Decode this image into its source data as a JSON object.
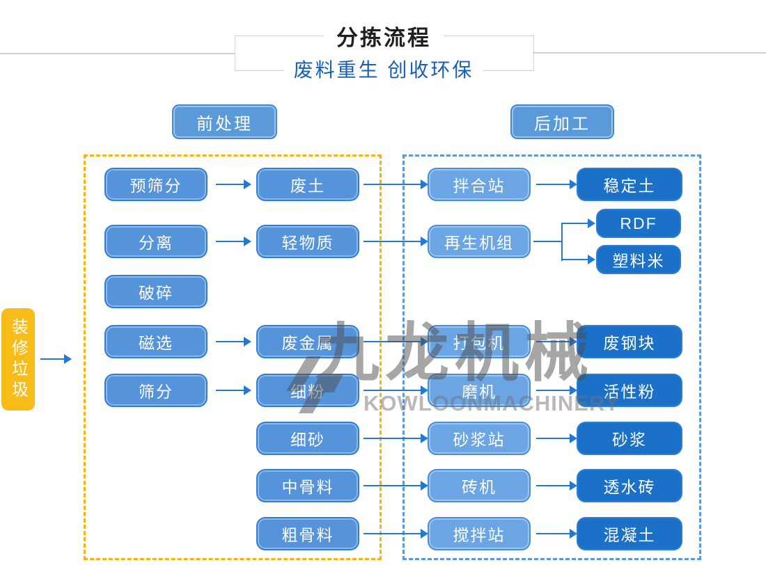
{
  "header": {
    "title": "分拣流程",
    "subtitle": "废料重生 创收环保"
  },
  "stages": [
    {
      "id": "pre",
      "label": "前处理"
    },
    {
      "id": "post",
      "label": "后加工"
    }
  ],
  "source": {
    "label": "装修垃圾"
  },
  "watermark": {
    "logo_icon": "kowloon-logo-icon",
    "cn": "九龙机械",
    "en": "KOWLOONMACHINERY"
  },
  "nodes": [
    {
      "id": "pre-screening",
      "label": "预筛分",
      "kind": "process"
    },
    {
      "id": "waste-soil",
      "label": "废土",
      "kind": "process"
    },
    {
      "id": "mixing-plant",
      "label": "拌合站",
      "kind": "process3"
    },
    {
      "id": "stabilized-soil",
      "label": "稳定土",
      "kind": "product"
    },
    {
      "id": "separation",
      "label": "分离",
      "kind": "process"
    },
    {
      "id": "light-material",
      "label": "轻物质",
      "kind": "process"
    },
    {
      "id": "regeneration-unit",
      "label": "再生机组",
      "kind": "process3"
    },
    {
      "id": "rdf",
      "label": "RDF",
      "kind": "product-sm"
    },
    {
      "id": "plastic-pellets",
      "label": "塑料米",
      "kind": "product-sm"
    },
    {
      "id": "crushing",
      "label": "破碎",
      "kind": "process"
    },
    {
      "id": "magnetic-separation",
      "label": "磁选",
      "kind": "process"
    },
    {
      "id": "scrap-metal",
      "label": "废金属",
      "kind": "process"
    },
    {
      "id": "baler",
      "label": "打包机",
      "kind": "process3"
    },
    {
      "id": "scrap-steel-block",
      "label": "废钢块",
      "kind": "product"
    },
    {
      "id": "screening",
      "label": "筛分",
      "kind": "process"
    },
    {
      "id": "fine-powder",
      "label": "细粉",
      "kind": "process"
    },
    {
      "id": "grinding-mill",
      "label": "磨机",
      "kind": "process3"
    },
    {
      "id": "active-powder",
      "label": "活性粉",
      "kind": "product"
    },
    {
      "id": "fine-sand",
      "label": "细砂",
      "kind": "process"
    },
    {
      "id": "mortar-plant",
      "label": "砂浆站",
      "kind": "process3"
    },
    {
      "id": "mortar",
      "label": "砂浆",
      "kind": "product"
    },
    {
      "id": "medium-aggregate",
      "label": "中骨料",
      "kind": "process"
    },
    {
      "id": "brick-machine",
      "label": "砖机",
      "kind": "process3"
    },
    {
      "id": "permeable-brick",
      "label": "透水砖",
      "kind": "product"
    },
    {
      "id": "coarse-aggregate",
      "label": "粗骨料",
      "kind": "process"
    },
    {
      "id": "stirring-station",
      "label": "搅拌站",
      "kind": "process3"
    },
    {
      "id": "concrete",
      "label": "混凝土",
      "kind": "product"
    }
  ],
  "edges": [
    [
      "pre-screening",
      "waste-soil"
    ],
    [
      "waste-soil",
      "mixing-plant"
    ],
    [
      "mixing-plant",
      "stabilized-soil"
    ],
    [
      "separation",
      "light-material"
    ],
    [
      "light-material",
      "regeneration-unit"
    ],
    [
      "regeneration-unit",
      "rdf"
    ],
    [
      "regeneration-unit",
      "plastic-pellets"
    ],
    [
      "magnetic-separation",
      "scrap-metal"
    ],
    [
      "scrap-metal",
      "baler"
    ],
    [
      "baler",
      "scrap-steel-block"
    ],
    [
      "screening",
      "fine-powder"
    ],
    [
      "fine-powder",
      "grinding-mill"
    ],
    [
      "grinding-mill",
      "active-powder"
    ],
    [
      "fine-sand",
      "mortar-plant"
    ],
    [
      "mortar-plant",
      "mortar"
    ],
    [
      "medium-aggregate",
      "brick-machine"
    ],
    [
      "brick-machine",
      "permeable-brick"
    ],
    [
      "coarse-aggregate",
      "stirring-station"
    ],
    [
      "stirring-station",
      "concrete"
    ]
  ],
  "colors": {
    "process_blue": "#5593da",
    "process_light_blue": "#6ba5e3",
    "product_dark_blue": "#1b70c7",
    "dashed_yellow": "#f5b40a",
    "dashed_blue": "#5b9bd5",
    "source_yellow": "#f8bc18",
    "arrow_blue": "#2479ce",
    "subtitle_blue": "#1660b8"
  }
}
